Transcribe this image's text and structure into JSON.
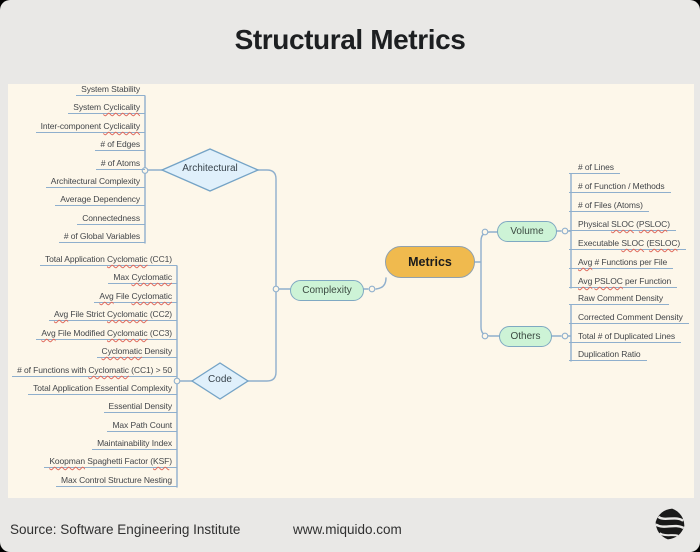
{
  "title": "Structural Metrics",
  "footer": {
    "source": "Source: Software Engineering Institute",
    "website": "www.miquido.com",
    "logo_icon": "miquido-logo"
  },
  "colors": {
    "outer_bg": "#e9e8e6",
    "panel_bg": "#fdf7ea",
    "connector_line": "#8fafcd",
    "diamond_fill": "#e0f0fb",
    "diamond_border": "#74a3c6",
    "green_fill": "#cdf3d6",
    "green_border": "#7fa9c2",
    "root_fill": "#f0ba4e",
    "root_border": "#90a1ae",
    "misspell_underline": "#e0695c",
    "leaf_text": "#43464a",
    "title_text": "#1d1f21"
  },
  "mindmap": {
    "root": {
      "label": "Metrics"
    },
    "branches": {
      "complexity": {
        "label": "Complexity",
        "architectural": {
          "label": "Architectural",
          "leaves": [
            {
              "text": "System Stability",
              "red": []
            },
            {
              "text": "System Cyclicality",
              "red": [
                "Cyclicality"
              ]
            },
            {
              "text": "Inter-component Cyclicality",
              "red": [
                "Cyclicality"
              ]
            },
            {
              "text": "# of Edges",
              "red": []
            },
            {
              "text": "# of Atoms",
              "red": []
            },
            {
              "text": "Architectural Complexity",
              "red": []
            },
            {
              "text": "Average Dependency",
              "red": []
            },
            {
              "text": "Connectedness",
              "red": []
            },
            {
              "text": "# of Global Variables",
              "red": []
            }
          ]
        },
        "code": {
          "label": "Code",
          "leaves": [
            {
              "text": "Total Application Cyclomatic (CC1)",
              "red": [
                "Cyclomatic"
              ]
            },
            {
              "text": "Max Cyclomatic",
              "red": [
                "Cyclomatic"
              ]
            },
            {
              "text": "Avg File Cyclomatic",
              "red": [
                "Avg",
                "Cyclomatic"
              ]
            },
            {
              "text": "Avg File Strict Cyclomatic (CC2)",
              "red": [
                "Avg",
                "Cyclomatic"
              ]
            },
            {
              "text": "Avg File Modified Cyclomatic (CC3)",
              "red": [
                "Avg",
                "Cyclomatic"
              ]
            },
            {
              "text": "Cyclomatic Density",
              "red": [
                "Cyclomatic"
              ]
            },
            {
              "text": "# of Functions with Cyclomatic (CC1) > 50",
              "red": [
                "Cyclomatic"
              ]
            },
            {
              "text": "Total Application Essential Complexity",
              "red": []
            },
            {
              "text": "Essential Density",
              "red": []
            },
            {
              "text": "Max Path Count",
              "red": []
            },
            {
              "text": "Maintainability Index",
              "red": []
            },
            {
              "text": "Koopman Spaghetti Factor (KSF)",
              "red": [
                "Koopman",
                "KSF"
              ]
            },
            {
              "text": "Max Control Structure Nesting",
              "red": []
            }
          ]
        }
      },
      "volume": {
        "label": "Volume",
        "leaves": [
          {
            "text": "# of Lines",
            "red": []
          },
          {
            "text": "# of Function / Methods",
            "red": []
          },
          {
            "text": "# of Files (Atoms)",
            "red": []
          },
          {
            "text": "Physical SLOC (PSLOC)",
            "red": [
              "SLOC",
              "PSLOC"
            ]
          },
          {
            "text": "Executable SLOC (ESLOC)",
            "red": [
              "SLOC",
              "ESLOC"
            ]
          },
          {
            "text": "Avg # Functions per File",
            "red": [
              "Avg"
            ]
          },
          {
            "text": "Avg PSLOC per Function",
            "red": [
              "Avg",
              "PSLOC"
            ]
          }
        ]
      },
      "others": {
        "label": "Others",
        "leaves": [
          {
            "text": "Raw Comment Density",
            "red": []
          },
          {
            "text": "Corrected Comment Density",
            "red": []
          },
          {
            "text": "Total # of Duplicated Lines",
            "red": []
          },
          {
            "text": "Duplication Ratio",
            "red": []
          }
        ]
      }
    }
  }
}
